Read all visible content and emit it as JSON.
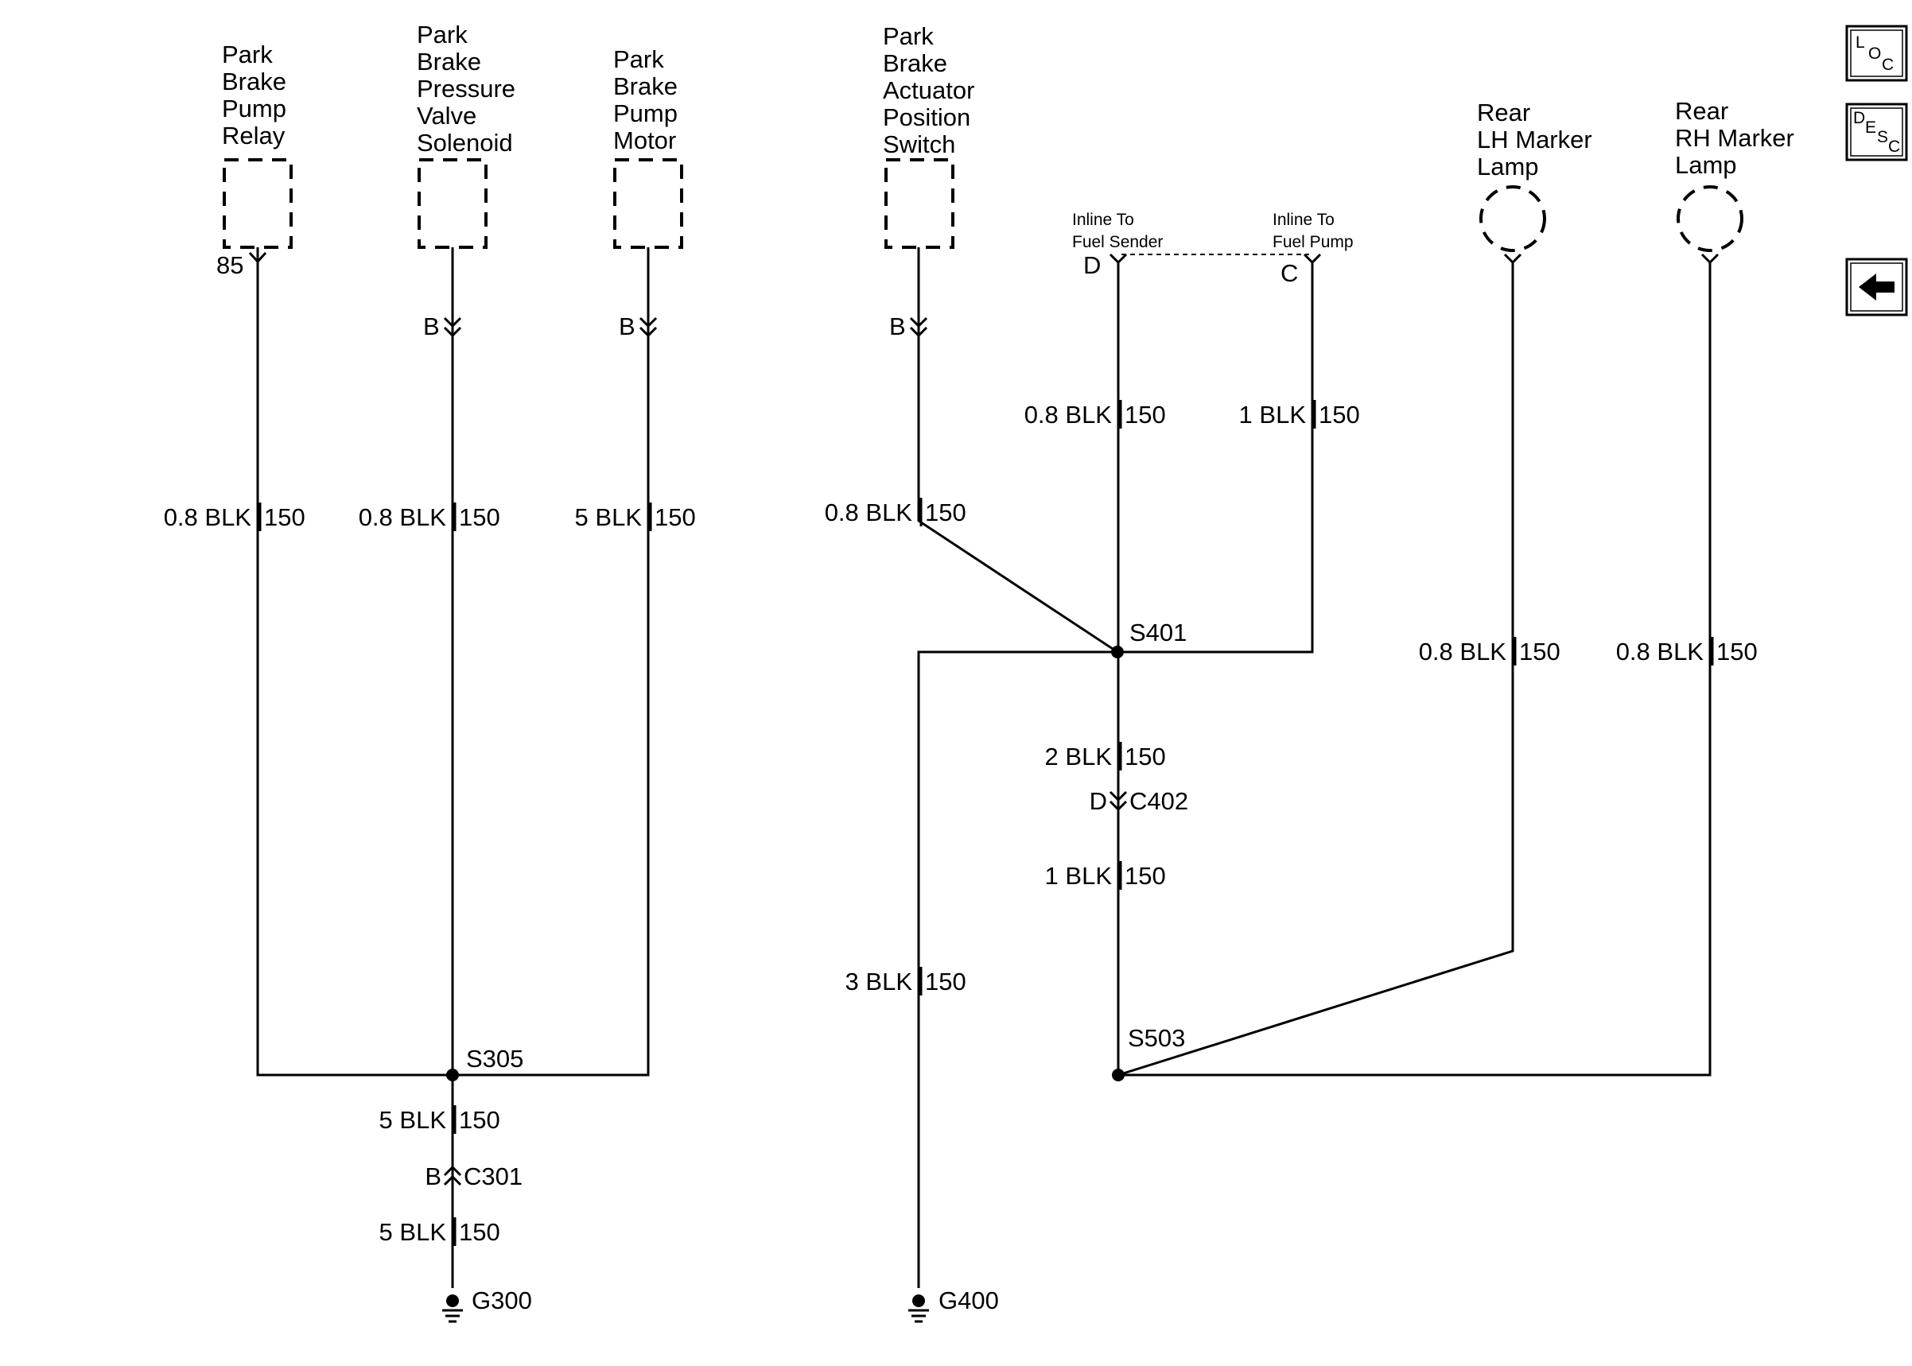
{
  "components": {
    "pump_relay": [
      "Park",
      "Brake",
      "Pump",
      "Relay"
    ],
    "pressure_valve": [
      "Park",
      "Brake",
      "Pressure",
      "Valve",
      "Solenoid"
    ],
    "pump_motor": [
      "Park",
      "Brake",
      "Pump",
      "Motor"
    ],
    "actuator_switch": [
      "Park",
      "Brake",
      "Actuator",
      "Position",
      "Switch"
    ],
    "lh_marker": [
      "Rear",
      "LH Marker",
      "Lamp"
    ],
    "rh_marker": [
      "Rear",
      "RH Marker",
      "Lamp"
    ]
  },
  "inline": {
    "fuel_sender": [
      "Inline To",
      "Fuel Sender"
    ],
    "fuel_pump": [
      "Inline To",
      "Fuel Pump"
    ]
  },
  "pins": {
    "relay": "85",
    "valve": "B",
    "motor": "B",
    "switch": "B",
    "sender": "D",
    "pump": "C"
  },
  "wires": {
    "relay": {
      "gauge": "0.8 BLK",
      "circuit": "150"
    },
    "valve": {
      "gauge": "0.8 BLK",
      "circuit": "150"
    },
    "motor": {
      "gauge": "5 BLK",
      "circuit": "150"
    },
    "switch": {
      "gauge": "0.8 BLK",
      "circuit": "150"
    },
    "sender": {
      "gauge": "0.8 BLK",
      "circuit": "150"
    },
    "pump": {
      "gauge": "1 BLK",
      "circuit": "150"
    },
    "s401_c402": {
      "gauge": "2 BLK",
      "circuit": "150"
    },
    "c402_s503": {
      "gauge": "1 BLK",
      "circuit": "150"
    },
    "g400": {
      "gauge": "3 BLK",
      "circuit": "150"
    },
    "lh_marker": {
      "gauge": "0.8 BLK",
      "circuit": "150"
    },
    "rh_marker": {
      "gauge": "0.8 BLK",
      "circuit": "150"
    },
    "s305_c301": {
      "gauge": "5 BLK",
      "circuit": "150"
    },
    "c301_g300": {
      "gauge": "5 BLK",
      "circuit": "150"
    }
  },
  "splices": {
    "s305": "S305",
    "s401": "S401",
    "s503": "S503"
  },
  "connectors": {
    "c301": {
      "pin": "B",
      "name": "C301"
    },
    "c402": {
      "pin": "D",
      "name": "C402"
    }
  },
  "grounds": {
    "g300": "G300",
    "g400": "G400"
  },
  "nav": {
    "loc": {
      "a": "L",
      "b": "O",
      "c": "C"
    },
    "desc": {
      "a": "D",
      "b": "E",
      "c": "S",
      "d": "C"
    },
    "back_arrow_glyph": "⬅"
  }
}
